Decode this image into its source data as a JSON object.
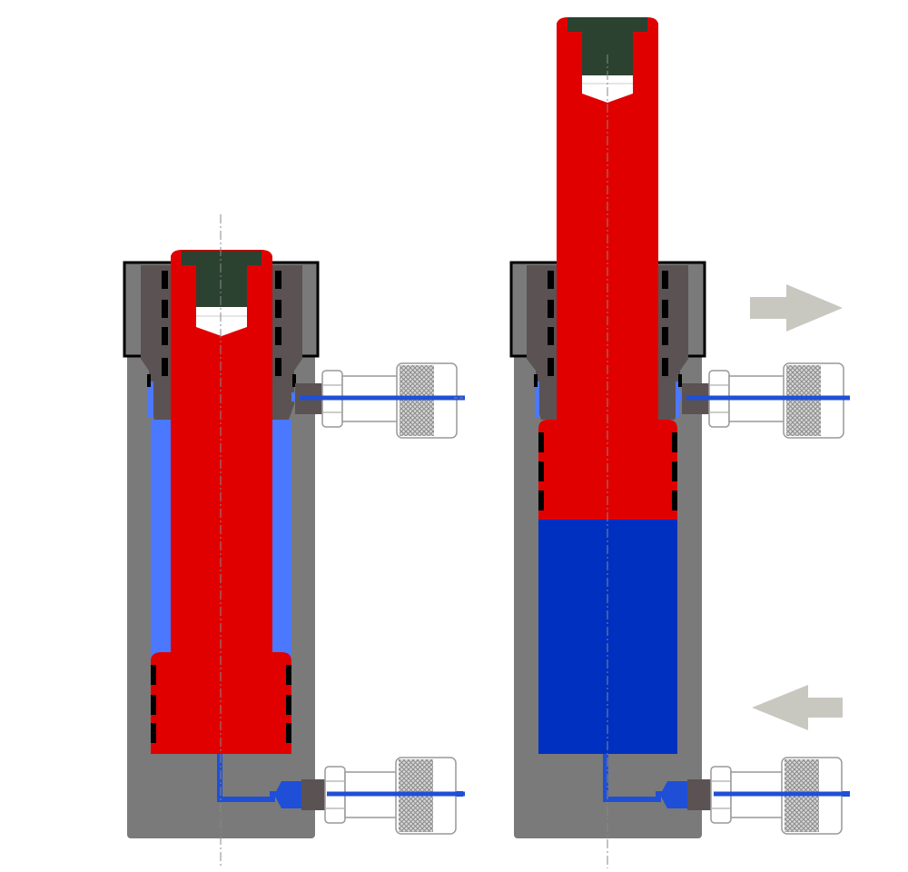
{
  "diagram": {
    "cylinders": [
      {
        "name": "cylinder-retracted",
        "state": "retracted"
      },
      {
        "name": "cylinder-extended",
        "state": "extended"
      }
    ],
    "arrows": [
      {
        "name": "flow-arrow-out",
        "direction": "right"
      },
      {
        "name": "flow-arrow-in",
        "direction": "left"
      }
    ]
  },
  "colors": {
    "body": "#7a7a7a",
    "cap": "#5b5253",
    "piston": "#e00000",
    "rod_tip": "#2c4230",
    "oil_light": "#4a78ff",
    "oil_dark": "#0030c0",
    "line": "#1f4fd6",
    "coupler_body": "#ffffff",
    "knurl": "#b8b8b8",
    "arrow": "#c8c7c0",
    "seal": "#000000"
  }
}
